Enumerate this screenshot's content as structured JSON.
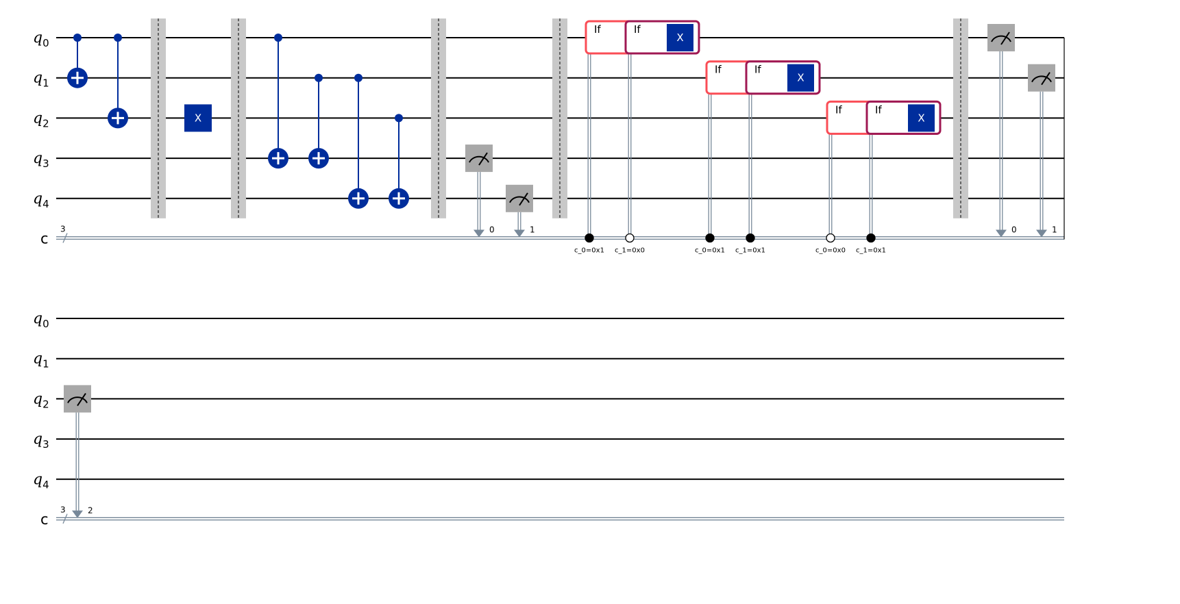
{
  "colors": {
    "gate": "#002D9C",
    "barrier": "#C8C8C8",
    "measure": "#A8A8A8",
    "classical": "#778899",
    "if_outer": "#FA4D56",
    "if_inner": "#9F1853"
  },
  "qubits": [
    {
      "name": "q",
      "index": "0"
    },
    {
      "name": "q",
      "index": "1"
    },
    {
      "name": "q",
      "index": "2"
    },
    {
      "name": "q",
      "index": "3"
    },
    {
      "name": "q",
      "index": "4"
    }
  ],
  "clreg": {
    "name": "c",
    "size": "3"
  },
  "sections": [
    {
      "ops": [
        {
          "type": "cx",
          "control": 0,
          "target": 1
        },
        {
          "type": "cx",
          "control": 0,
          "target": 2
        },
        {
          "type": "barrier"
        },
        {
          "type": "x",
          "qubit": 2,
          "label": "X"
        },
        {
          "type": "barrier"
        },
        {
          "type": "cx",
          "control": 0,
          "target": 3
        },
        {
          "type": "cx",
          "control": 1,
          "target": 3
        },
        {
          "type": "cx",
          "control": 1,
          "target": 4
        },
        {
          "type": "cx",
          "control": 2,
          "target": 4
        },
        {
          "type": "barrier"
        },
        {
          "type": "measure",
          "qubit": 3,
          "clbit": "0"
        },
        {
          "type": "measure",
          "qubit": 4,
          "clbit": "1"
        },
        {
          "type": "barrier"
        },
        {
          "type": "if",
          "qubit": 0,
          "outer_label": "If",
          "inner_label": "If",
          "gate": "X",
          "conditions": [
            {
              "label": "c_0=0x1",
              "value": 1
            },
            {
              "label": "c_1=0x0",
              "value": 0
            }
          ]
        },
        {
          "type": "if",
          "qubit": 1,
          "outer_label": "If",
          "inner_label": "If",
          "gate": "X",
          "conditions": [
            {
              "label": "c_0=0x1",
              "value": 1
            },
            {
              "label": "c_1=0x1",
              "value": 1
            }
          ]
        },
        {
          "type": "if",
          "qubit": 2,
          "outer_label": "If",
          "inner_label": "If",
          "gate": "X",
          "conditions": [
            {
              "label": "c_0=0x0",
              "value": 0
            },
            {
              "label": "c_1=0x1",
              "value": 1
            }
          ]
        },
        {
          "type": "barrier"
        },
        {
          "type": "measure",
          "qubit": 0,
          "clbit": "0"
        },
        {
          "type": "measure",
          "qubit": 1,
          "clbit": "1"
        }
      ]
    },
    {
      "ops": [
        {
          "type": "measure",
          "qubit": 2,
          "clbit": "2"
        }
      ]
    }
  ]
}
